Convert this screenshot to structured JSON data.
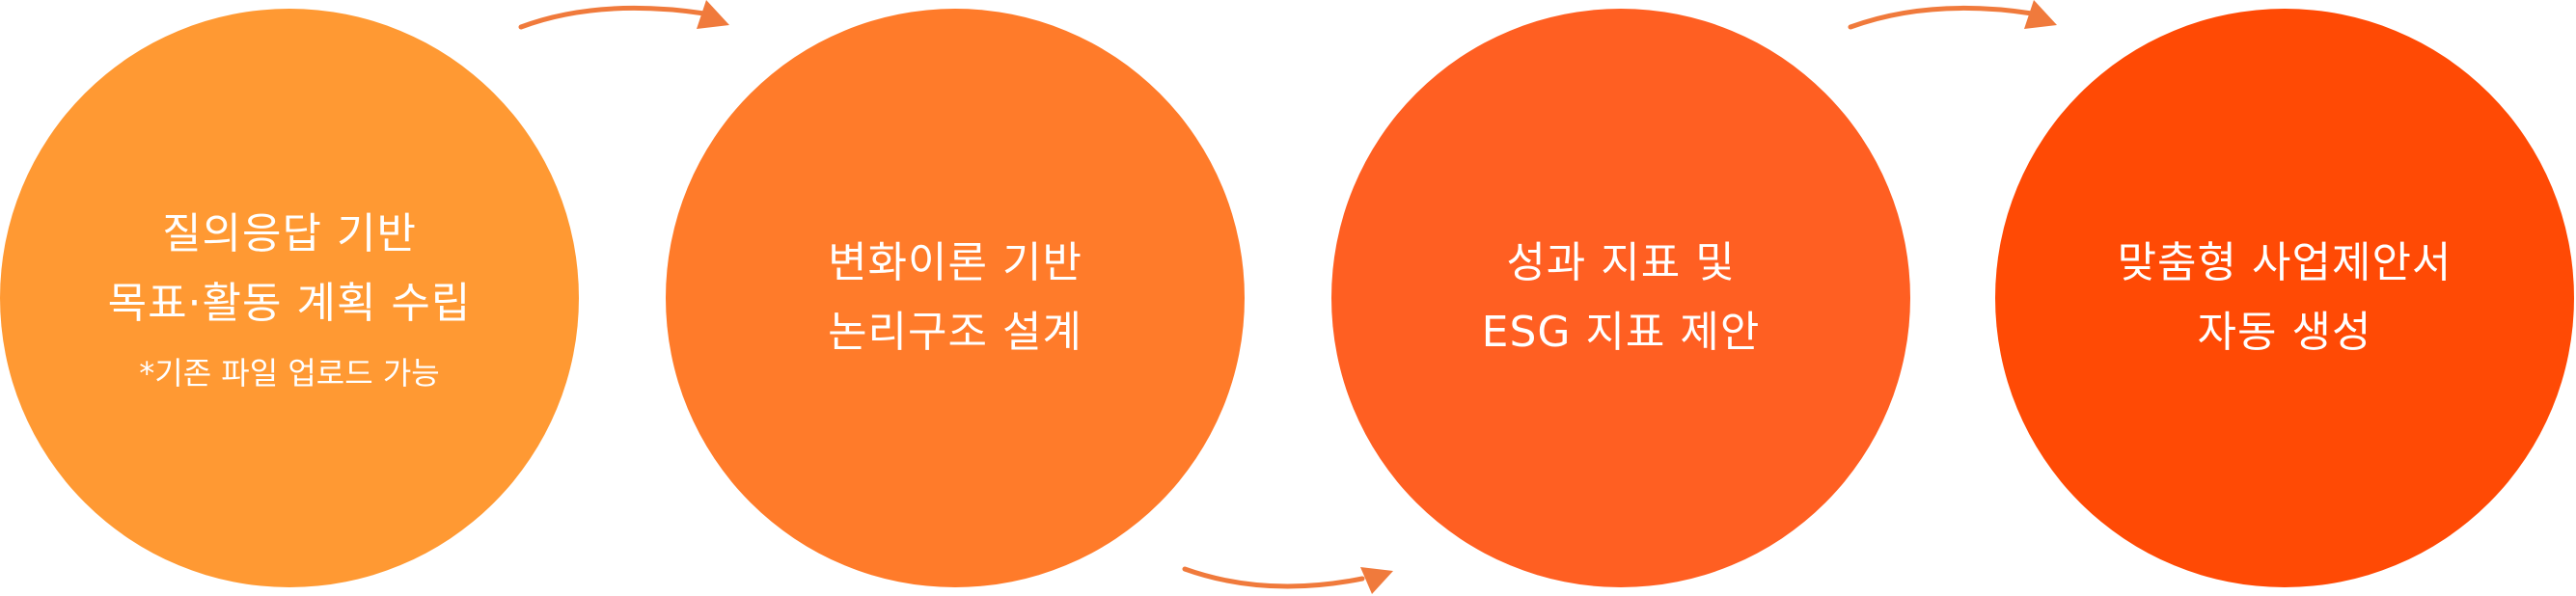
{
  "steps": [
    {
      "lines": [
        "질의응답 기반",
        "목표·활동 계획 수립"
      ],
      "note": "*기존 파일 업로드 가능",
      "color": "#ff9933"
    },
    {
      "lines": [
        "변화이론 기반",
        "논리구조 설계"
      ],
      "color": "#ff7b2a"
    },
    {
      "lines": [
        "성과 지표 및",
        "ESG 지표 제안"
      ],
      "color": "#ff5f22"
    },
    {
      "lines": [
        "맞춤형 사업제안서",
        "자동 생성"
      ],
      "color": "#ff4a05"
    }
  ],
  "arrow_color": "#f07a3c",
  "arrow_icons": [
    "arrow-right-icon",
    "arrow-right-icon",
    "arrow-right-icon"
  ]
}
